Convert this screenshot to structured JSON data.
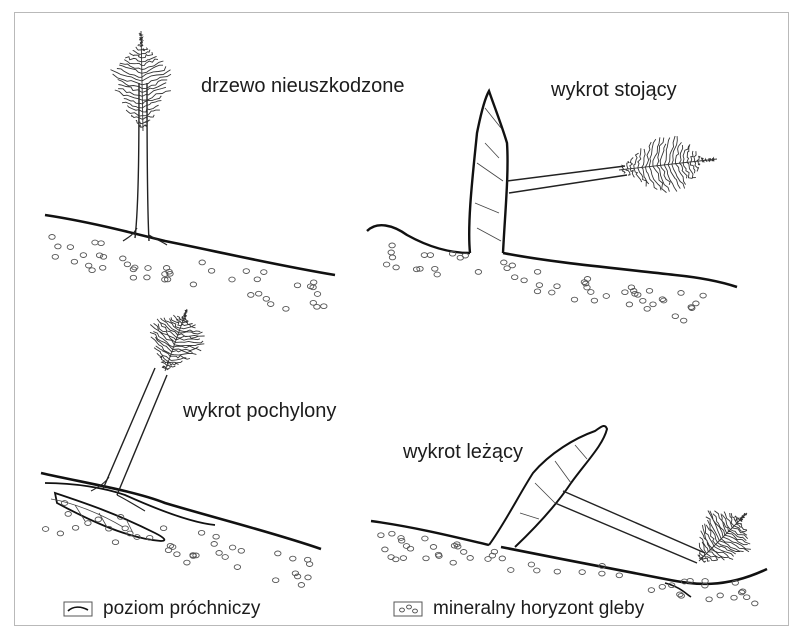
{
  "diagram": {
    "panels": [
      {
        "id": "undamaged",
        "label": "drzewo nieuszkodzone"
      },
      {
        "id": "standing",
        "label": "wykrot stojący"
      },
      {
        "id": "leaning",
        "label": "wykrot pochylony"
      },
      {
        "id": "lying",
        "label": "wykrot leżący"
      }
    ],
    "legend": [
      {
        "symbol": "humus-line-icon",
        "label": "poziom próchniczy"
      },
      {
        "symbol": "mineral-dots-icon",
        "label": "mineralny horyzont gleby"
      }
    ],
    "colors": {
      "ink": "#1a1a1a",
      "frame": "#b9b9b9"
    }
  }
}
